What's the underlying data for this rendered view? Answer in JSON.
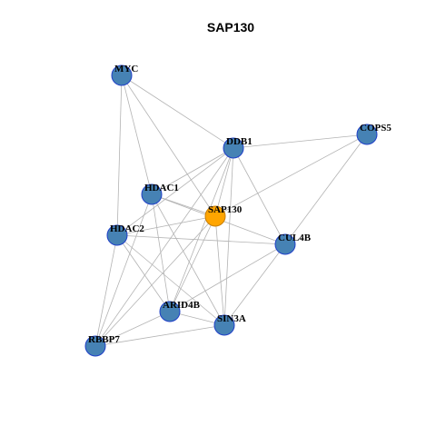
{
  "title": "SAP130",
  "colors": {
    "node_fill": "#4682b4",
    "node_stroke": "#1f3fc8",
    "hub_fill": "#ffa500",
    "hub_stroke": "#c87d00",
    "edge": "#b3b3b3"
  },
  "nodes": [
    {
      "id": "MYC",
      "label": "MYC",
      "hub": false
    },
    {
      "id": "DDB1",
      "label": "DDB1",
      "hub": false
    },
    {
      "id": "COPS5",
      "label": "COPS5",
      "hub": false
    },
    {
      "id": "HDAC1",
      "label": "HDAC1",
      "hub": false
    },
    {
      "id": "SAP130",
      "label": "SAP130",
      "hub": true
    },
    {
      "id": "HDAC2",
      "label": "HDAC2",
      "hub": false
    },
    {
      "id": "CUL4B",
      "label": "CUL4B",
      "hub": false
    },
    {
      "id": "ARID4B",
      "label": "ARID4B",
      "hub": false
    },
    {
      "id": "SIN3A",
      "label": "SIN3A",
      "hub": false
    },
    {
      "id": "RBBP7",
      "label": "RBBP7",
      "hub": false
    }
  ],
  "edges": [
    [
      "MYC",
      "DDB1"
    ],
    [
      "MYC",
      "HDAC1"
    ],
    [
      "MYC",
      "HDAC2"
    ],
    [
      "MYC",
      "SAP130"
    ],
    [
      "DDB1",
      "COPS5"
    ],
    [
      "DDB1",
      "HDAC1"
    ],
    [
      "DDB1",
      "HDAC2"
    ],
    [
      "DDB1",
      "SAP130"
    ],
    [
      "DDB1",
      "CUL4B"
    ],
    [
      "DDB1",
      "ARID4B"
    ],
    [
      "DDB1",
      "SIN3A"
    ],
    [
      "DDB1",
      "RBBP7"
    ],
    [
      "COPS5",
      "SAP130"
    ],
    [
      "COPS5",
      "CUL4B"
    ],
    [
      "HDAC1",
      "SAP130"
    ],
    [
      "HDAC1",
      "CUL4B"
    ],
    [
      "HDAC1",
      "ARID4B"
    ],
    [
      "HDAC1",
      "SIN3A"
    ],
    [
      "HDAC1",
      "RBBP7"
    ],
    [
      "SAP130",
      "HDAC2"
    ],
    [
      "SAP130",
      "ARID4B"
    ],
    [
      "SAP130",
      "SIN3A"
    ],
    [
      "SAP130",
      "RBBP7"
    ],
    [
      "HDAC2",
      "CUL4B"
    ],
    [
      "HDAC2",
      "ARID4B"
    ],
    [
      "HDAC2",
      "SIN3A"
    ],
    [
      "HDAC2",
      "RBBP7"
    ],
    [
      "CUL4B",
      "ARID4B"
    ],
    [
      "CUL4B",
      "SIN3A"
    ],
    [
      "ARID4B",
      "SIN3A"
    ],
    [
      "ARID4B",
      "RBBP7"
    ],
    [
      "SIN3A",
      "RBBP7"
    ]
  ]
}
